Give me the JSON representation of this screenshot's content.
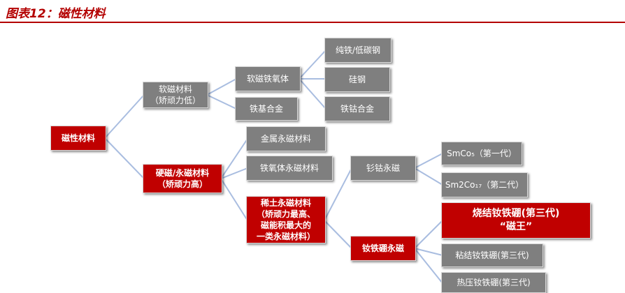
{
  "header": {
    "title": "图表12：磁性材料"
  },
  "nodes": {
    "root": "磁性材料",
    "soft": "软磁材料\n（矫顽力低）",
    "hard": "硬磁/永磁材料\n（矫顽力高）",
    "soft_ferrite": "软磁铁氧体",
    "iron_alloy": "铁基合金",
    "pure_iron": "纯铁/低碳钢",
    "silicon_steel": "硅钢",
    "iron_cobalt": "铁钴合金",
    "metal_magnet": "金属永磁材料",
    "ferrite_magnet": "铁氧体永磁材料",
    "rare_earth": "稀土永磁材料\n（矫顽力最高、\n磁能积最大的\n一类永磁材料）",
    "smco": "钐钴永磁",
    "ndfeb": "钕铁硼永磁",
    "smco5": "SmCo₅（第一代）",
    "sm2co17": "Sm2Co₁₇（第二代）",
    "sintered": "烧结钕铁硼(第三代)\n“磁王”",
    "bonded": "粘结钕铁硼(第三代)",
    "hot_pressed": "热压钕铁硼(第三代)"
  }
}
